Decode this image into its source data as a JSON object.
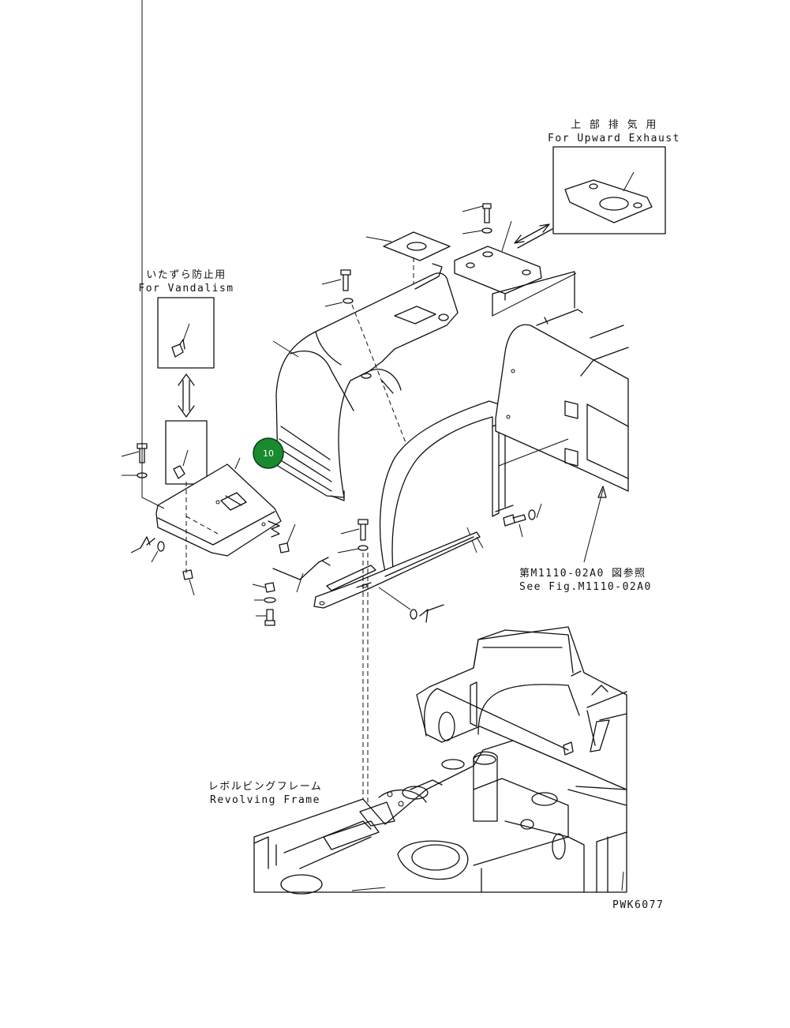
{
  "labels": {
    "upward_jp": "上 部 排 気 用",
    "upward_en": "For Upward Exhaust",
    "vandal_jp": "いたずら防止用",
    "vandal_en": "For Vandalism",
    "seefig_jp": "第M1110-02A0 図参照",
    "seefig_en": "See Fig.M1110-02A0",
    "frame_jp": "レボルビングフレーム",
    "frame_en": "Revolving Frame",
    "code": "PWK6077"
  },
  "callout": {
    "number": "10",
    "color": "#1a8a2e"
  }
}
